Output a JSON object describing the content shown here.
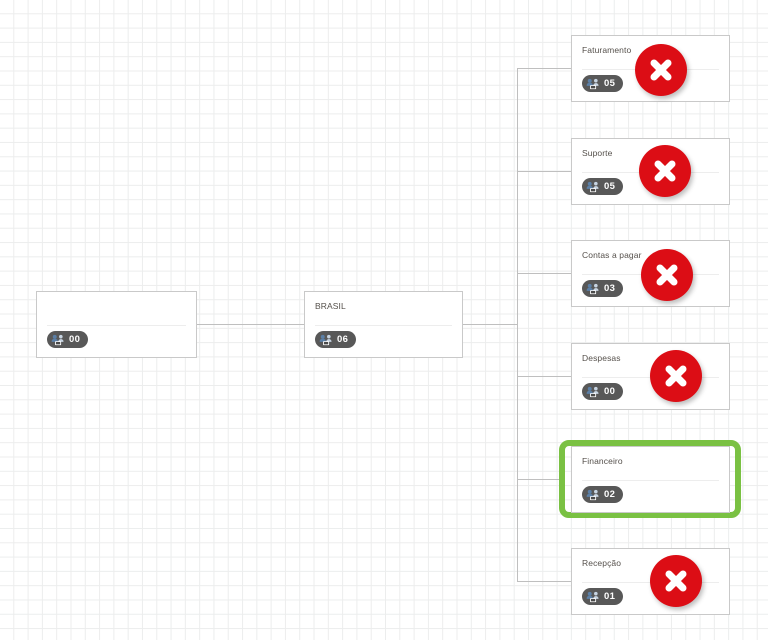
{
  "app": {
    "view_name": "org-chart-canvas",
    "background": "#ffffff",
    "grid_color": "#eceded",
    "connector_color": "#bfbfbf"
  },
  "colors": {
    "node_border": "#c9c9c9",
    "badge_bg": "#585858",
    "title_text": "#55504b",
    "selection_green": "#7ac143",
    "error_red": "#dc0d15"
  },
  "icons": {
    "people": "people-group-icon",
    "x": "x-mark-icon"
  },
  "nodes": [
    {
      "id": "root",
      "title": "",
      "count": "00",
      "selected": false,
      "has_error": false
    },
    {
      "id": "brasil",
      "title": "BRASIL",
      "count": "06",
      "selected": false,
      "has_error": false
    },
    {
      "id": "faturamento",
      "title": "Faturamento",
      "count": "05",
      "selected": false,
      "has_error": true
    },
    {
      "id": "suporte",
      "title": "Suporte",
      "count": "05",
      "selected": false,
      "has_error": true
    },
    {
      "id": "contas-a-pagar",
      "title": "Contas a pagar",
      "count": "03",
      "selected": false,
      "has_error": true
    },
    {
      "id": "despesas",
      "title": "Despesas",
      "count": "00",
      "selected": false,
      "has_error": true
    },
    {
      "id": "financeiro",
      "title": "Financeiro",
      "count": "02",
      "selected": true,
      "has_error": false
    },
    {
      "id": "recepcao",
      "title": "Recepção",
      "count": "01",
      "selected": false,
      "has_error": true
    }
  ]
}
